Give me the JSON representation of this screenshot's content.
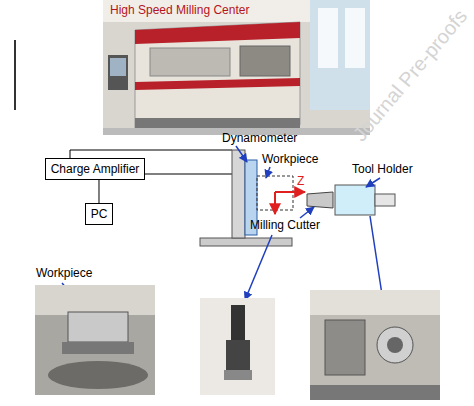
{
  "diagram": {
    "title": "High Speed Milling Center",
    "nodes": [
      {
        "text": [
          "Charge Amplifier"
        ]
      },
      {
        "text": [
          "PC"
        ]
      }
    ],
    "edges": [
      {
        "from": 0,
        "to": 1,
        "arrow": "none"
      }
    ],
    "labels": [
      "Dynamometer",
      "Workpiece",
      "Z",
      "Tool Holder",
      "Milling Cutter",
      "Workpiece",
      "Journal Pre-proofs"
    ]
  }
}
